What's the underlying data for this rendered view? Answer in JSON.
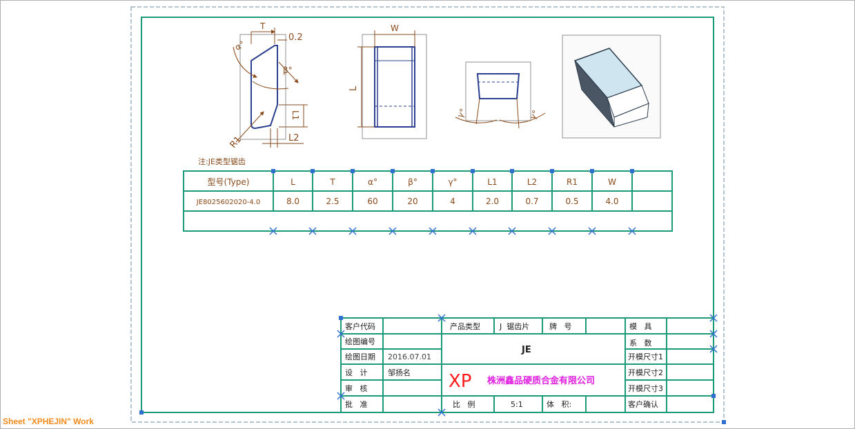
{
  "status_bar": {
    "text": "Sheet \"XPHEJIN\" Work"
  },
  "views": {
    "front": {
      "dim_T": "T",
      "dim_02": "0.2",
      "dim_alpha": "α°",
      "dim_beta": "β°",
      "dim_L1": "L1",
      "dim_L2": "L2",
      "dim_R1": "R1"
    },
    "side": {
      "dim_W": "W",
      "dim_L": "L"
    },
    "end": {
      "dim_gamma_left": "γ°",
      "dim_gamma_right": "γ°"
    }
  },
  "note": "注:JE类型锯齿",
  "spec_table": {
    "headers": [
      "型号(Type)",
      "L",
      "T",
      "α°",
      "β°",
      "γ°",
      "L1",
      "L2",
      "R1",
      "W",
      ""
    ],
    "rows": [
      [
        "JE8025602020-4.0",
        "8.0",
        "2.5",
        "60",
        "20",
        "4",
        "2.0",
        "0.7",
        "0.5",
        "4.0",
        ""
      ],
      [
        "",
        "",
        "",
        "",
        "",
        "",
        "",
        "",
        "",
        "",
        ""
      ]
    ]
  },
  "title_block": {
    "customer_code_label": "客户代码",
    "drawing_no_label": "绘图编号",
    "drawing_date_label": "绘图日期",
    "drawing_date_value": "2016.07.01",
    "design_label": "设   计",
    "designer_name": "邹扬名",
    "review_label": "审   核",
    "approve_label": "批   准",
    "product_type_label": "产品类型",
    "product_type_value": "J  锯齿片",
    "brand_label": "牌   号",
    "model_code": "JE",
    "company_logo": "XP",
    "company_name": "株洲鑫品硬质合金有限公司",
    "scale_label": "比   例",
    "scale_value": "5:1",
    "volume_label": "体   积:",
    "mold_label": "模   具",
    "coef_label": "系   数",
    "open_size1_label": "开模尺寸1",
    "open_size2_label": "开模尺寸2",
    "open_size3_label": "开模尺寸3",
    "customer_confirm_label": "客户确认"
  },
  "colors": {
    "border": "#1a9a78",
    "dimension_text": "#8a4a1a",
    "outline": "#2a3f8f",
    "marker": "#2f6fd0",
    "logo": "#ff1a1a",
    "company_name": "#e020e0",
    "iso_face_top": "#cfe6f0",
    "iso_face_side": "#4a5663",
    "status_text": "#f08c1e"
  }
}
